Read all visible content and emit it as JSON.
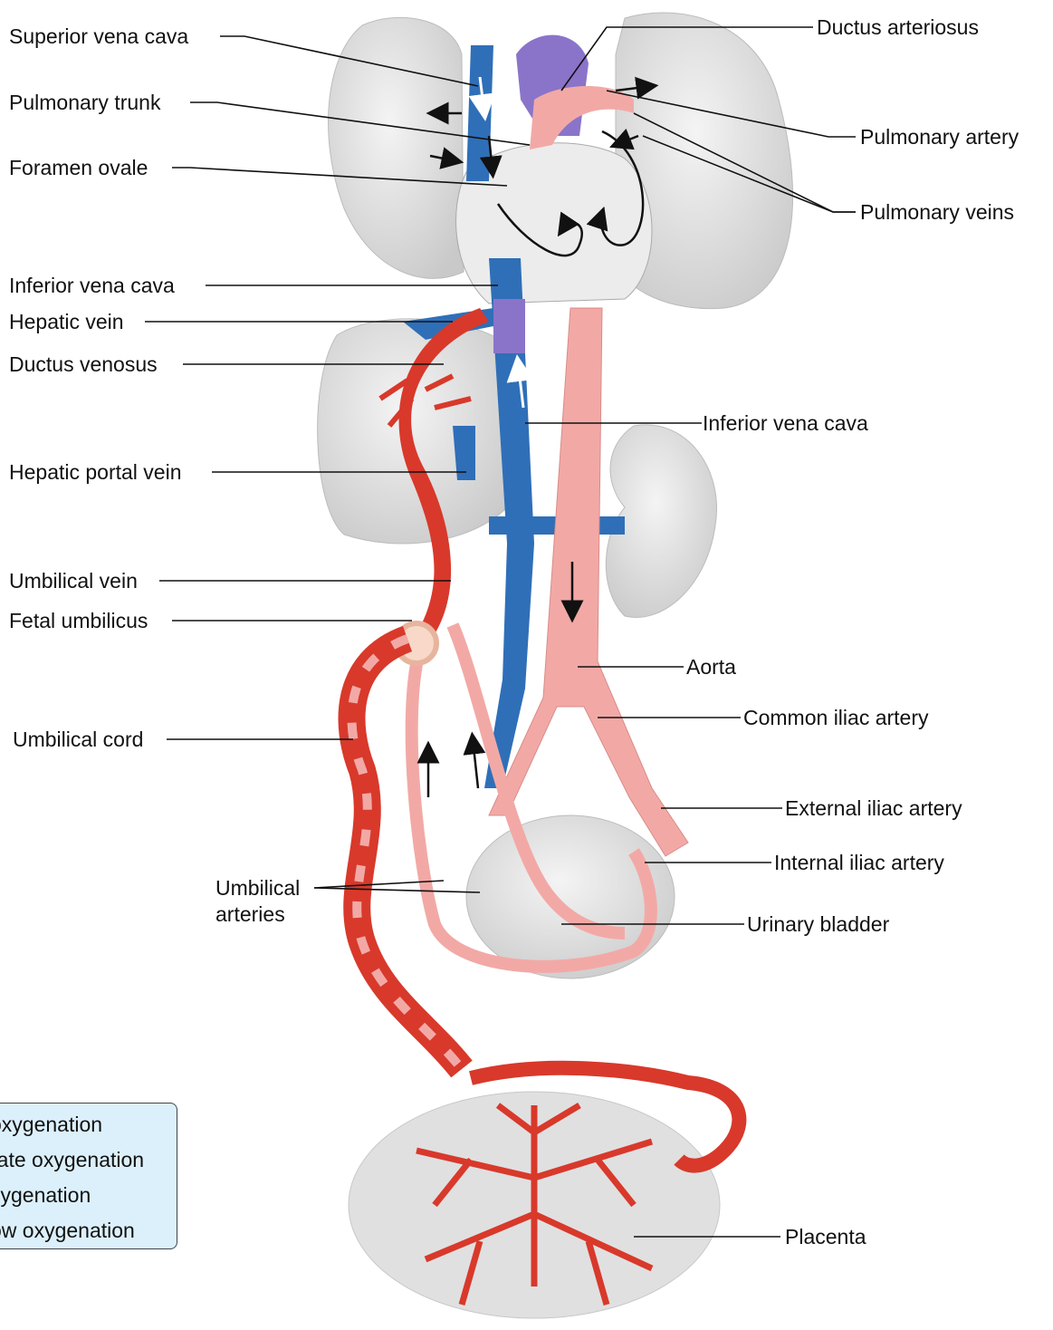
{
  "labels": {
    "superior_vena_cava": "Superior vena cava",
    "pulmonary_trunk": "Pulmonary trunk",
    "foramen_ovale": "Foramen ovale",
    "inferior_vena_cava_upper": "Inferior vena cava",
    "hepatic_vein": "Hepatic vein",
    "ductus_venosus": "Ductus venosus",
    "hepatic_portal_vein": "Hepatic portal vein",
    "umbilical_vein": "Umbilical vein",
    "fetal_umbilicus": "Fetal umbilicus",
    "umbilical_cord": "Umbilical cord",
    "umbilical_arteries_line1": "Umbilical",
    "umbilical_arteries_line2": "arteries",
    "ductus_arteriosus": "Ductus arteriosus",
    "pulmonary_artery": "Pulmonary artery",
    "pulmonary_veins": "Pulmonary veins",
    "inferior_vena_cava_lower": "Inferior vena cava",
    "aorta": "Aorta",
    "common_iliac_artery": "Common iliac artery",
    "external_iliac_artery": "External iliac artery",
    "internal_iliac_artery": "Internal iliac artery",
    "urinary_bladder": "Urinary bladder",
    "placenta": "Placenta"
  },
  "legend": {
    "items": [
      {
        "text": "oxygenation",
        "color": "#d8392b"
      },
      {
        "text": "rate oxygenation",
        "color": "#f2a9a6"
      },
      {
        "text": "xygenation",
        "color": "#8a74c9"
      },
      {
        "text": "ow oxygenation",
        "color": "#2f6fb8"
      }
    ]
  },
  "colors": {
    "high_oxygenation": "#d8392b",
    "moderate_oxygenation": "#f2a9a6",
    "low_oxygenation": "#8a74c9",
    "very_low_oxygenation": "#2f6fb8",
    "organ_gray": "#dcdcdc",
    "legend_background": "#dcf0fb"
  }
}
